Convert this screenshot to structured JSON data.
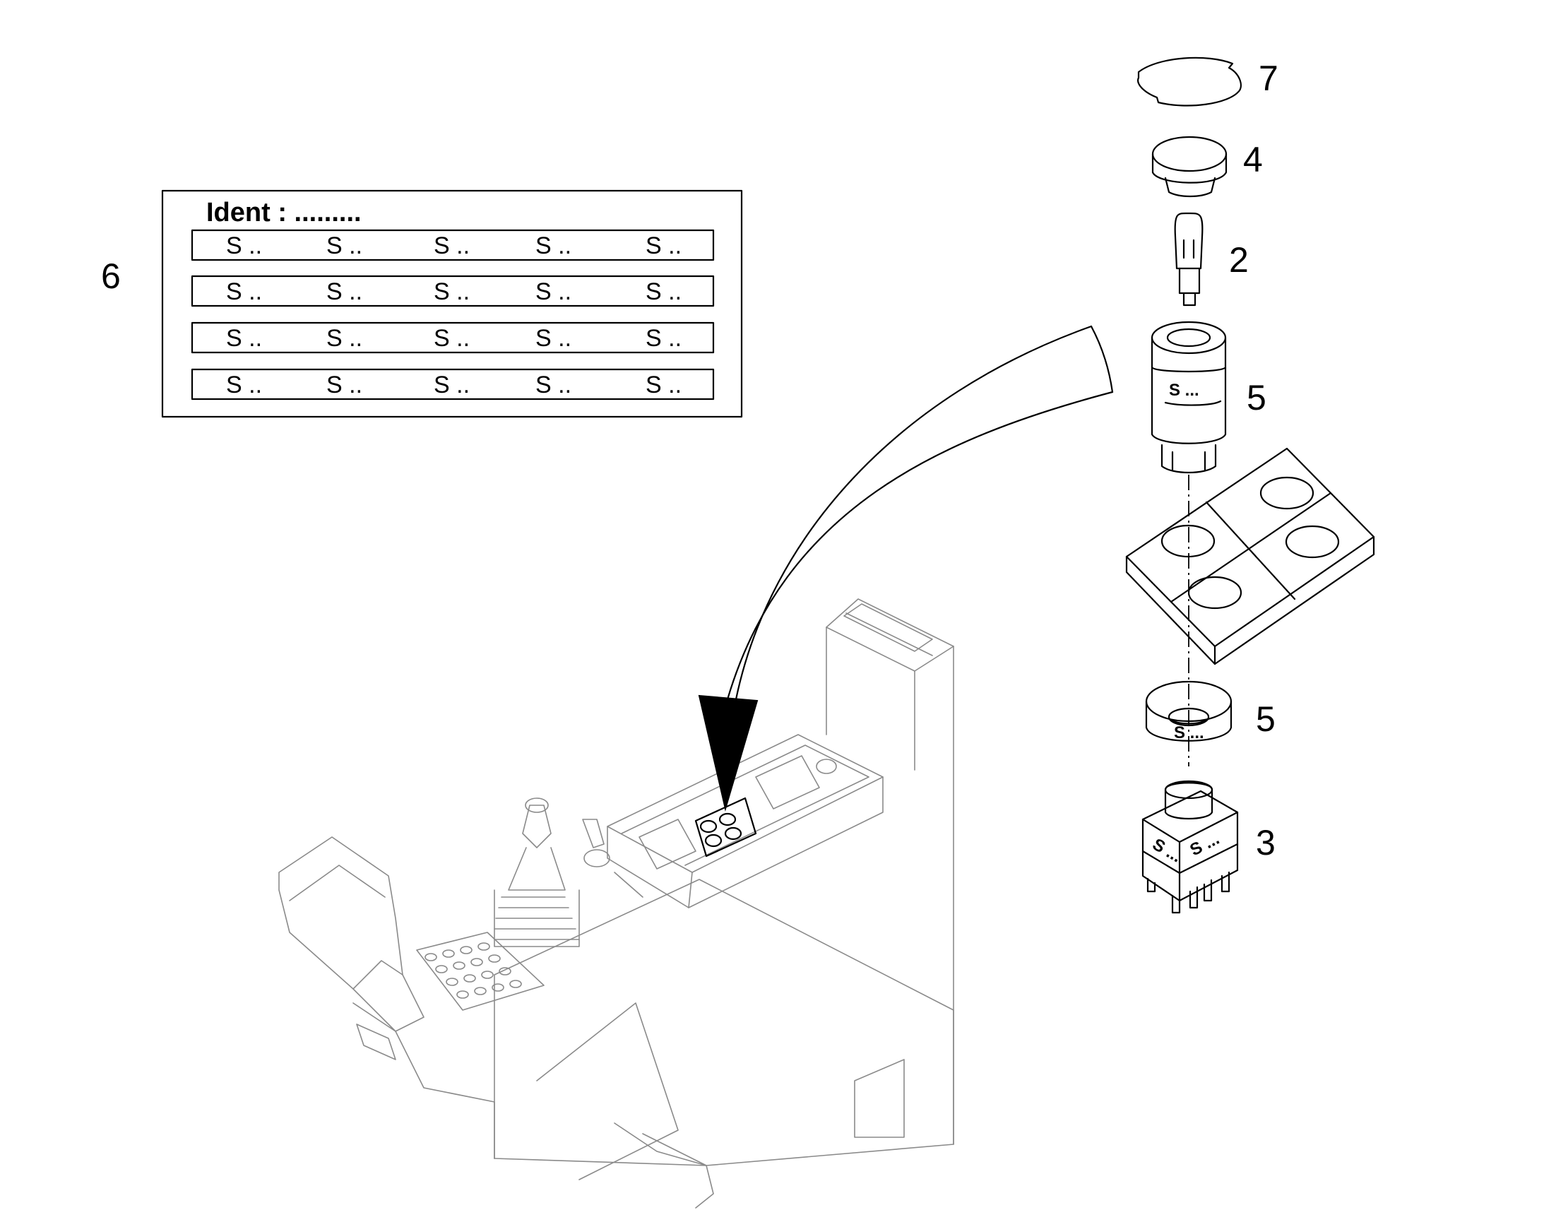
{
  "callouts": [
    {
      "id": "7",
      "text": "7"
    },
    {
      "id": "4",
      "text": "4"
    },
    {
      "id": "2",
      "text": "2"
    },
    {
      "id": "5a",
      "text": "5"
    },
    {
      "id": "5b",
      "text": "5"
    },
    {
      "id": "3",
      "text": "3"
    },
    {
      "id": "6",
      "text": "6"
    }
  ],
  "ident_card": {
    "title": "Ident : .........",
    "rows": [
      [
        "S ..",
        "S ..",
        "S ..",
        "S ..",
        "S .."
      ],
      [
        "S ..",
        "S ..",
        "S ..",
        "S ..",
        "S .."
      ],
      [
        "S ..",
        "S ..",
        "S ..",
        "S ..",
        "S .."
      ],
      [
        "S ..",
        "S ..",
        "S ..",
        "S ..",
        "S .."
      ]
    ]
  },
  "part_markings": {
    "switch_body": "S ...",
    "ring": "S ...",
    "base_left": "S ...",
    "base_right": "S ..."
  }
}
